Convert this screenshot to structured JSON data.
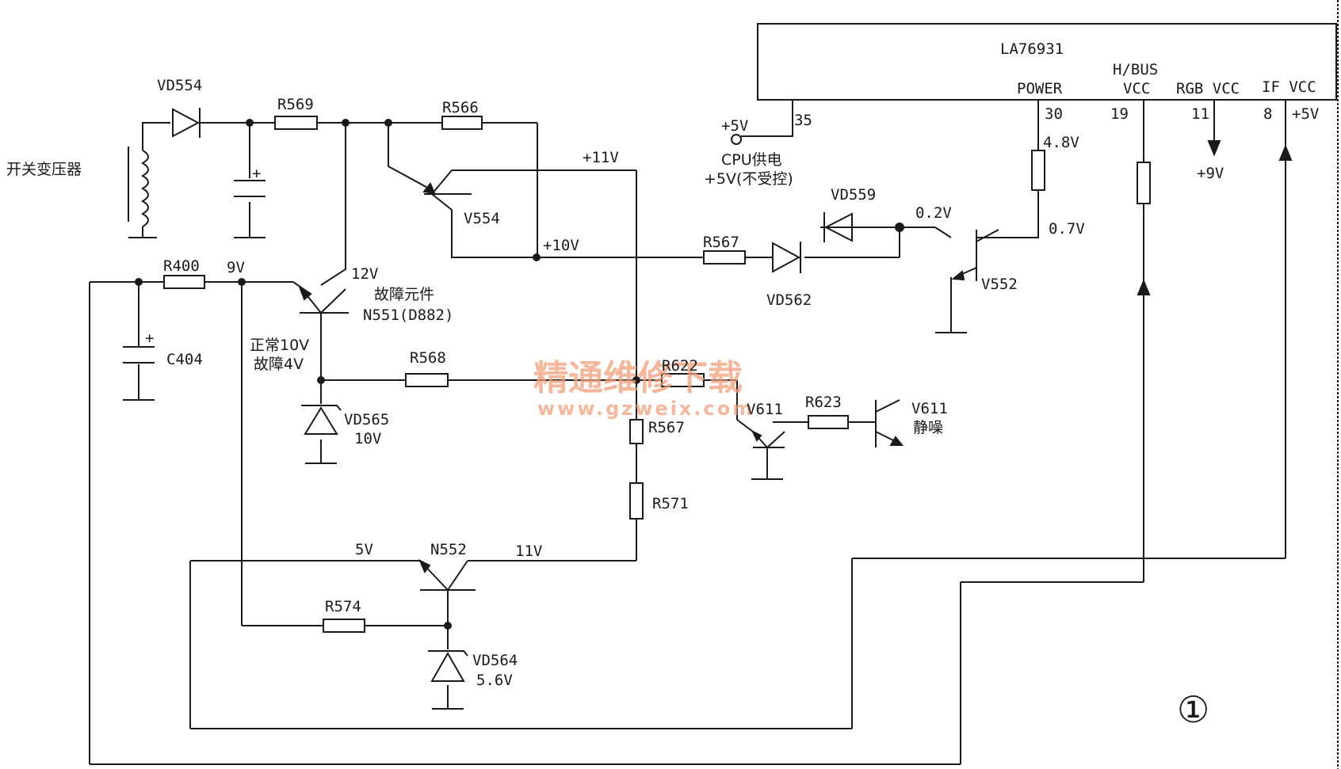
{
  "ic": {
    "name": "LA76931",
    "pins": {
      "power_label": "POWER",
      "hbus_label1": "H/BUS",
      "hbus_label2": "VCC",
      "rgb_label": "RGB VCC",
      "if_label": "IF VCC",
      "pin35": "35",
      "pin30": "30",
      "pin19": "19",
      "pin11": "11",
      "pin8": "8"
    }
  },
  "labels": {
    "transformer": "开关变压器",
    "vd554": "VD554",
    "r569": "R569",
    "r566": "R566",
    "v554": "V554",
    "plus11v": "+11V",
    "plus10v": "+10V",
    "r567_top": "R567",
    "vd562": "VD562",
    "vd559": "VD559",
    "v02": "0.2V",
    "v07": "0.7V",
    "v48": "4.8V",
    "v552": "V552",
    "plus5v_left": "+5V",
    "cpu_supply": "CPU供电",
    "cpu_supply2": "+5V(不受控)",
    "plus9v": "+9V",
    "plus5v_right": "+5V",
    "r400": "R400",
    "v9": "9V",
    "v12": "12V",
    "fault_part": "故障元件",
    "n551": "N551(D882)",
    "normal10": "正常10V",
    "fault4": "故障4V",
    "c404": "C404",
    "r568": "R568",
    "r622": "R622",
    "v611_left": "V611",
    "r623": "R623",
    "v611_right": "V611",
    "mute": "静噪",
    "vd565": "VD565",
    "v10": "10V",
    "r567_mid": "R567",
    "r571": "R571",
    "v5": "5V",
    "n552": "N552",
    "v11": "11V",
    "r574": "R574",
    "vd564": "VD564",
    "v56": "5.6V",
    "figure_no": "①"
  },
  "watermark": {
    "cn": "精通维修下载",
    "url": "www.gzweix.com"
  }
}
